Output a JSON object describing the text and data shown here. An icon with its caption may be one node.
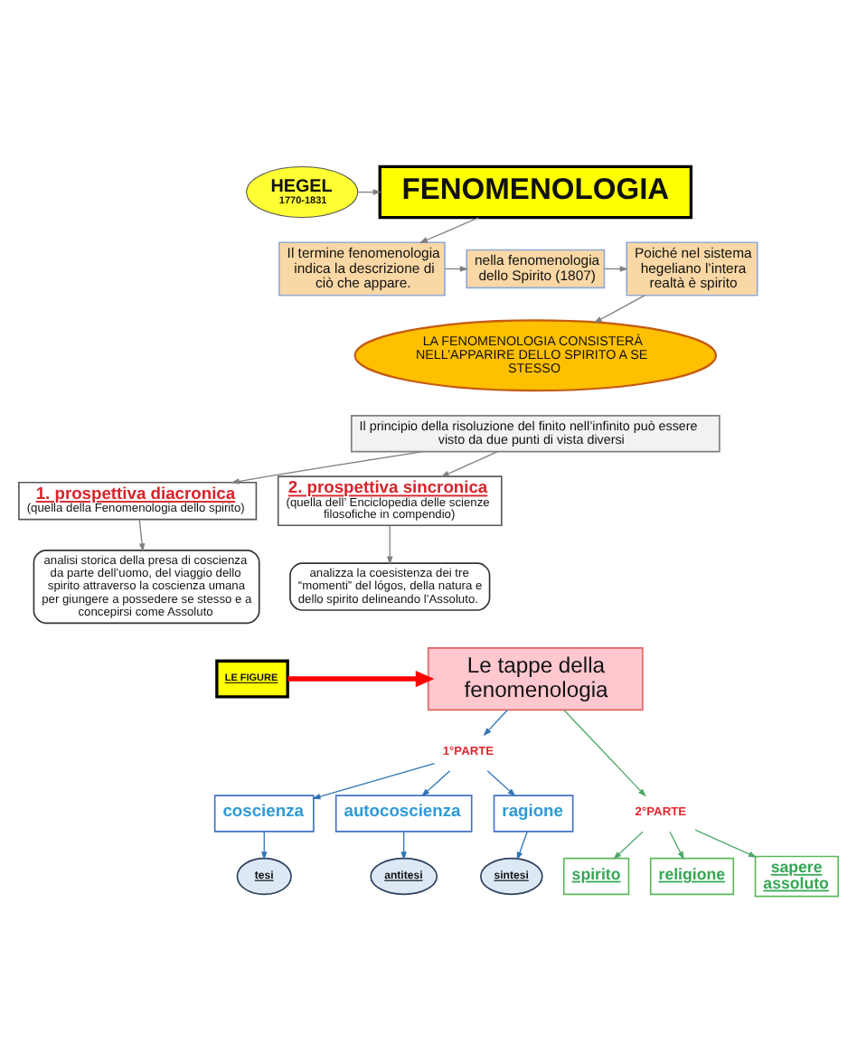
{
  "diagram": {
    "nodes": [
      {
        "text": [
          "HEGEL",
          "1770-1831"
        ]
      },
      {
        "text": [
          "FENOMENOLOGIA"
        ]
      },
      {
        "text": [
          "Il termine fenomenologia indica la descrizione di ciò che appare."
        ]
      },
      {
        "text": [
          "nella fenomenologia dello Spirito (1807)"
        ]
      },
      {
        "text": [
          "Poiché nel sistema hegeliano l’intera realtà è spirito"
        ]
      },
      {
        "text": [
          "LA FENOMENOLOGIA CONSISTERÀ NELL’APPARIRE DELLO SPIRITO A SE STESSO"
        ]
      },
      {
        "text": [
          "Il principio della risoluzione del finito nell’infinito può essere visto da due punti di vista diversi"
        ]
      },
      {
        "text": [
          "1. prospettiva diacronica",
          "(quella della Fenomenologia dello spirito)"
        ]
      },
      {
        "text": [
          "2. prospettiva sincronica",
          "(quella dell’ Enciclopedia delle scienze filosofiche in compendio)"
        ]
      },
      {
        "text": [
          "analisi storica della presa di coscienza da parte dell’uomo, del viaggio dello spirito attraverso la coscienza umana per giungere a possedere se stesso e a concepirsi come Assoluto"
        ]
      },
      {
        "text": [
          "analizza la coesistenza dei tre “momenti” del lógos, della natura e dello spirito delineando l’Assoluto."
        ]
      },
      {
        "text": [
          "LE FIGURE"
        ]
      },
      {
        "text": [
          "Le tappe della fenomenologia"
        ]
      },
      {
        "text": [
          "1°PARTE"
        ]
      },
      {
        "text": [
          "coscienza"
        ]
      },
      {
        "text": [
          "autocoscienza"
        ]
      },
      {
        "text": [
          "ragione"
        ]
      },
      {
        "text": [
          "2°PARTE"
        ]
      },
      {
        "text": [
          "tesi"
        ]
      },
      {
        "text": [
          "antitesi"
        ]
      },
      {
        "text": [
          "sintesi"
        ]
      },
      {
        "text": [
          "spirito"
        ]
      },
      {
        "text": [
          "religione"
        ]
      },
      {
        "text": [
          "sapere assoluto"
        ]
      }
    ],
    "edges": [
      {
        "from": 0,
        "to": 1,
        "arrow": "to"
      },
      {
        "from": 1,
        "to": 2,
        "arrow": "to"
      },
      {
        "from": 2,
        "to": 3,
        "arrow": "to"
      },
      {
        "from": 3,
        "to": 4,
        "arrow": "to"
      },
      {
        "from": 4,
        "to": 5,
        "arrow": "to"
      },
      {
        "from": 6,
        "to": 7,
        "arrow": "to"
      },
      {
        "from": 6,
        "to": 8,
        "arrow": "to"
      },
      {
        "from": 7,
        "to": 9,
        "arrow": "to"
      },
      {
        "from": 8,
        "to": 10,
        "arrow": "to"
      },
      {
        "from": 11,
        "to": 12,
        "arrow": "to",
        "style": "thick",
        "color": "#ff0000"
      },
      {
        "from": 12,
        "to": 13,
        "arrow": "to",
        "color": "#2e75b6"
      },
      {
        "from": 12,
        "to": 17,
        "arrow": "to",
        "color": "#4ea86a"
      },
      {
        "from": 13,
        "to": 14,
        "arrow": "to",
        "color": "#2e75b6"
      },
      {
        "from": 13,
        "to": 15,
        "arrow": "to",
        "color": "#2e75b6"
      },
      {
        "from": 13,
        "to": 16,
        "arrow": "to",
        "color": "#2e75b6"
      },
      {
        "from": 14,
        "to": 18,
        "arrow": "to",
        "color": "#2e75b6"
      },
      {
        "from": 15,
        "to": 19,
        "arrow": "to",
        "color": "#2e75b6"
      },
      {
        "from": 16,
        "to": 20,
        "arrow": "to",
        "color": "#2e75b6"
      },
      {
        "from": 17,
        "to": 21,
        "arrow": "to",
        "color": "#4ea86a"
      },
      {
        "from": 17,
        "to": 22,
        "arrow": "to",
        "color": "#4ea86a"
      },
      {
        "from": 17,
        "to": 23,
        "arrow": "to",
        "color": "#4ea86a"
      }
    ]
  }
}
